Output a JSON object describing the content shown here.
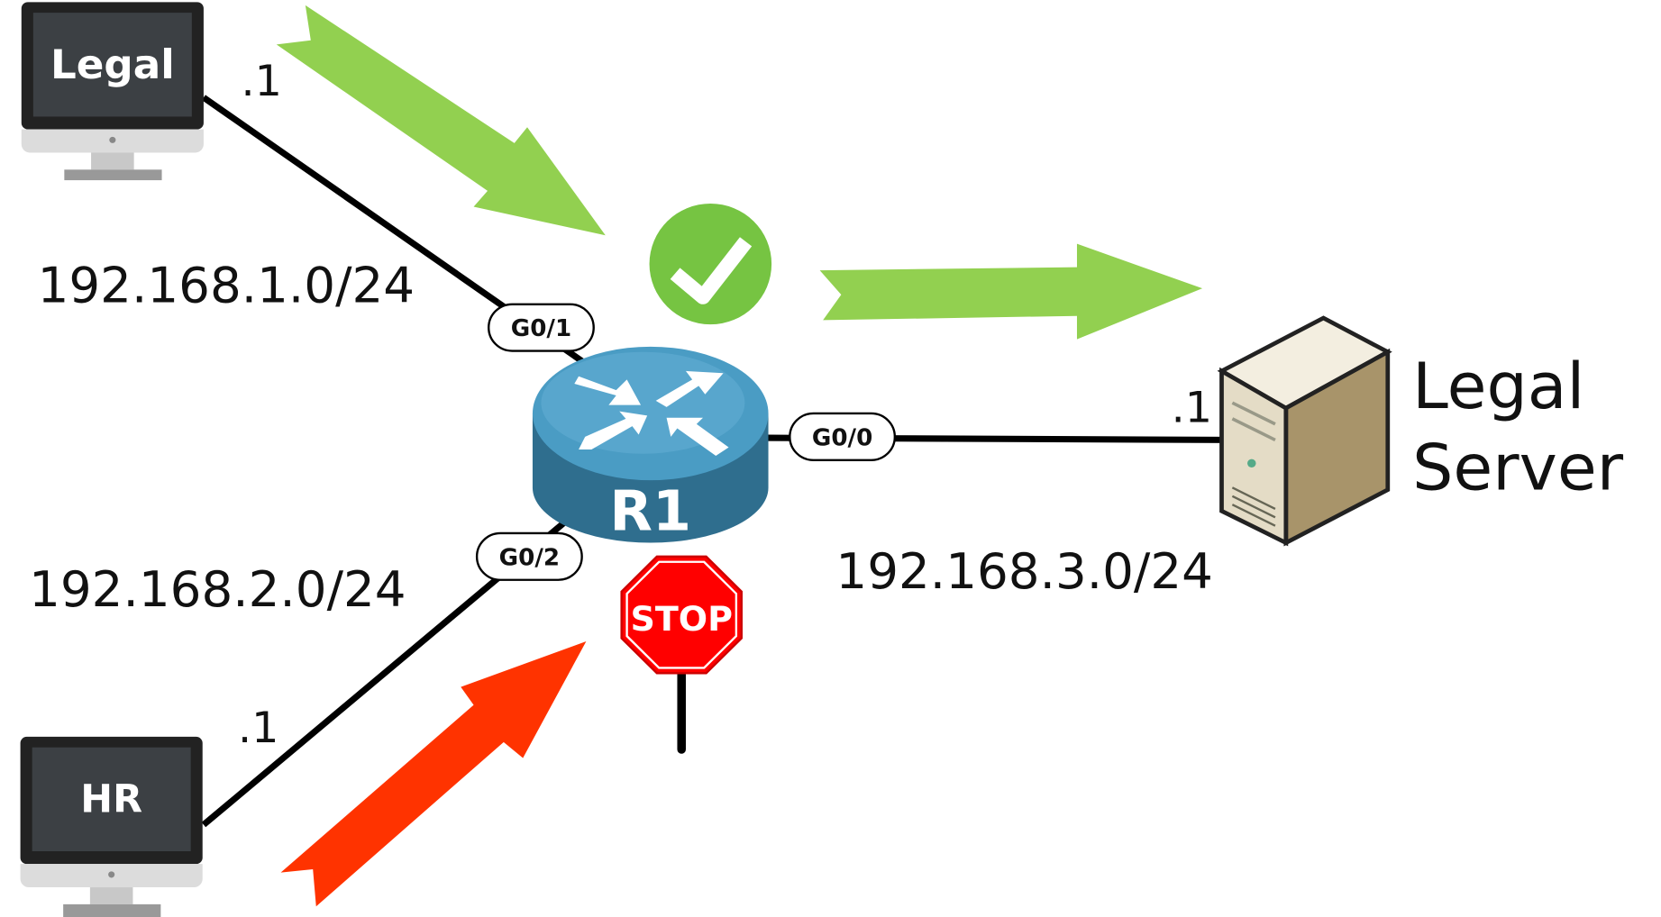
{
  "devices": {
    "legal_pc": {
      "label": "Legal",
      "ip_suffix": ".1"
    },
    "hr_pc": {
      "label": "HR",
      "ip_suffix": ".1"
    },
    "router": {
      "label": "R1"
    },
    "server": {
      "label_line1": "Legal",
      "label_line2": "Server",
      "ip_suffix": ".1"
    }
  },
  "interfaces": {
    "g01": "G0/1",
    "g02": "G0/2",
    "g00": "G0/0"
  },
  "networks": {
    "net1": "192.168.1.0/24",
    "net2": "192.168.2.0/24",
    "net3": "192.168.3.0/24"
  },
  "stop_sign": {
    "text": "STOP"
  },
  "colors": {
    "allowed_arrow": "#92d050",
    "denied_arrow": "#ff3300",
    "check": "#76c442",
    "stop": "#ff0000",
    "router": "#3f8db3"
  }
}
